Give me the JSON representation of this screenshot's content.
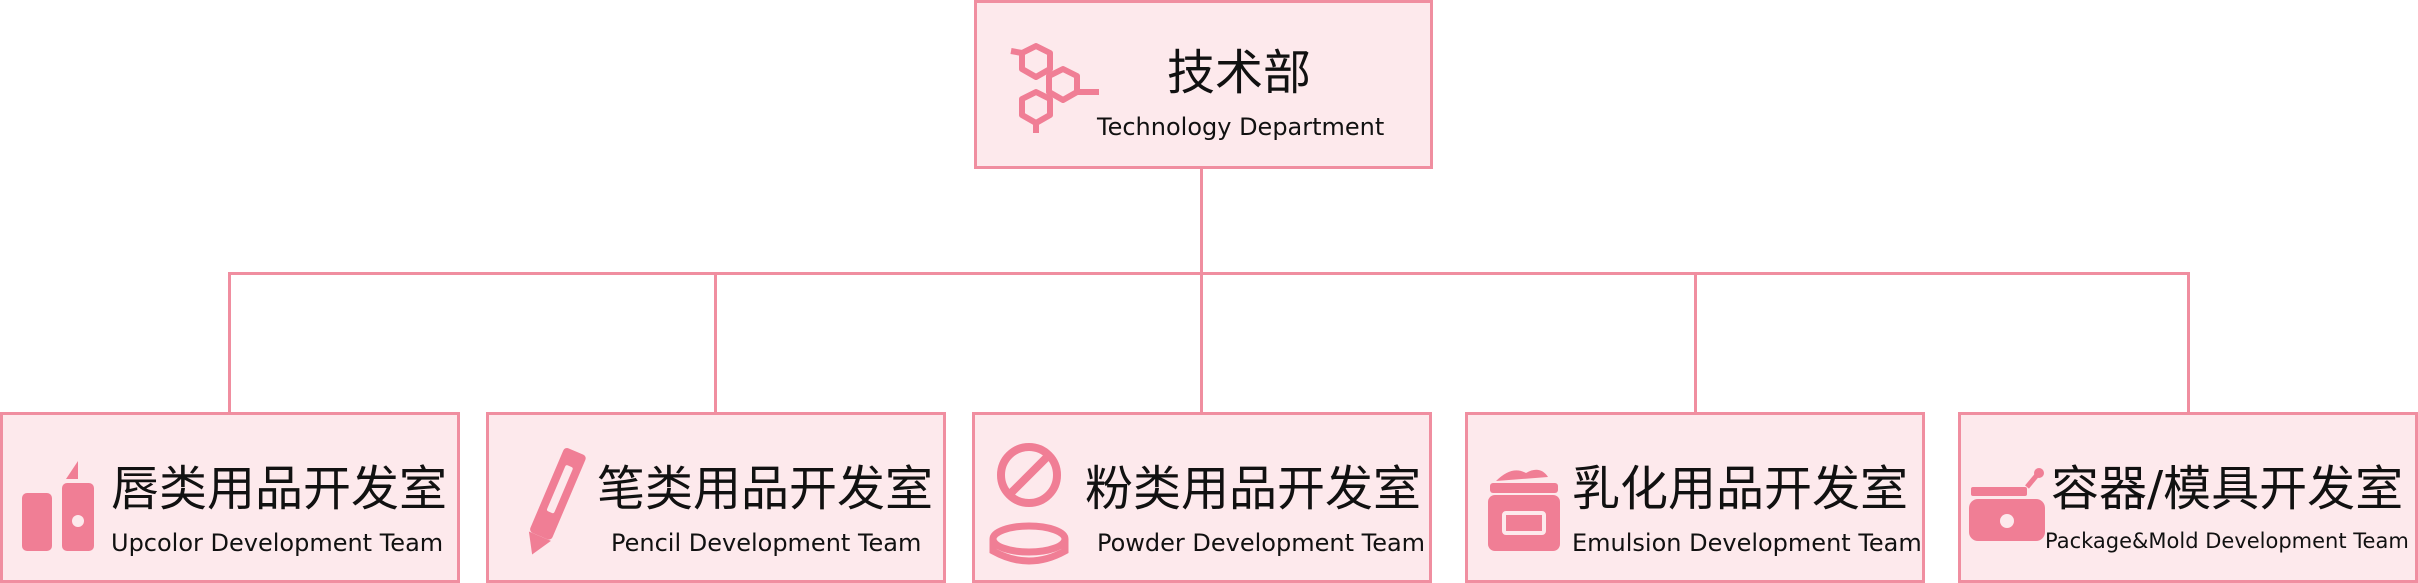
{
  "colors": {
    "accent": "#f08ea0",
    "icon": "#f07e95",
    "box_fill": "#fde9ec",
    "text": "#111111"
  },
  "root": {
    "title_zh": "技术部",
    "title_en": "Technology  Department",
    "icon": "molecule-icon"
  },
  "teams": [
    {
      "title_zh": "唇类用品开发室",
      "title_en": "Upcolor Development Team",
      "icon": "lipstick-icon"
    },
    {
      "title_zh": "笔类用品开发室",
      "title_en": "Pencil Development Team",
      "icon": "pencil-icon"
    },
    {
      "title_zh": "粉类用品开发室",
      "title_en": "Powder Development Team",
      "icon": "compact-powder-icon"
    },
    {
      "title_zh": "乳化用品开发室",
      "title_en": "Emulsion Development Team",
      "icon": "cream-jar-icon"
    },
    {
      "title_zh": "容器/模具开发室",
      "title_en": "Package&Mold Development Team",
      "icon": "package-icon"
    }
  ]
}
